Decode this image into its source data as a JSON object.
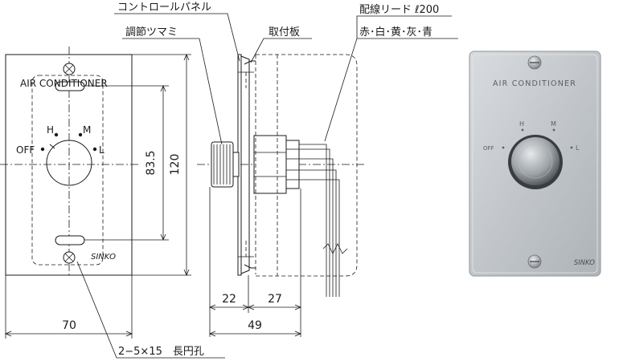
{
  "labels": {
    "control_panel": "コントロールパネル",
    "adjust_knob": "調節ツマミ",
    "mount_plate": "取付板",
    "wiring_lead": "配線リード ℓ200",
    "wire_colors": "赤･白･黄･灰･青",
    "slot_note": "2−5×15　長円孔"
  },
  "panel": {
    "title": "AIR CONDITIONER",
    "brand": "SINKO",
    "pos_h": "H",
    "pos_m": "M",
    "pos_l": "L",
    "pos_off": "OFF"
  },
  "dimensions": {
    "width": "70",
    "height": "120",
    "pitch": "83.5",
    "depth_front": "22",
    "depth_back": "27",
    "depth_total": "49"
  },
  "colors": {
    "line": "#1a1a1a",
    "photo_plate": "#c4c8cc",
    "photo_plate_edge": "#9da2a6",
    "background": "#ffffff"
  }
}
